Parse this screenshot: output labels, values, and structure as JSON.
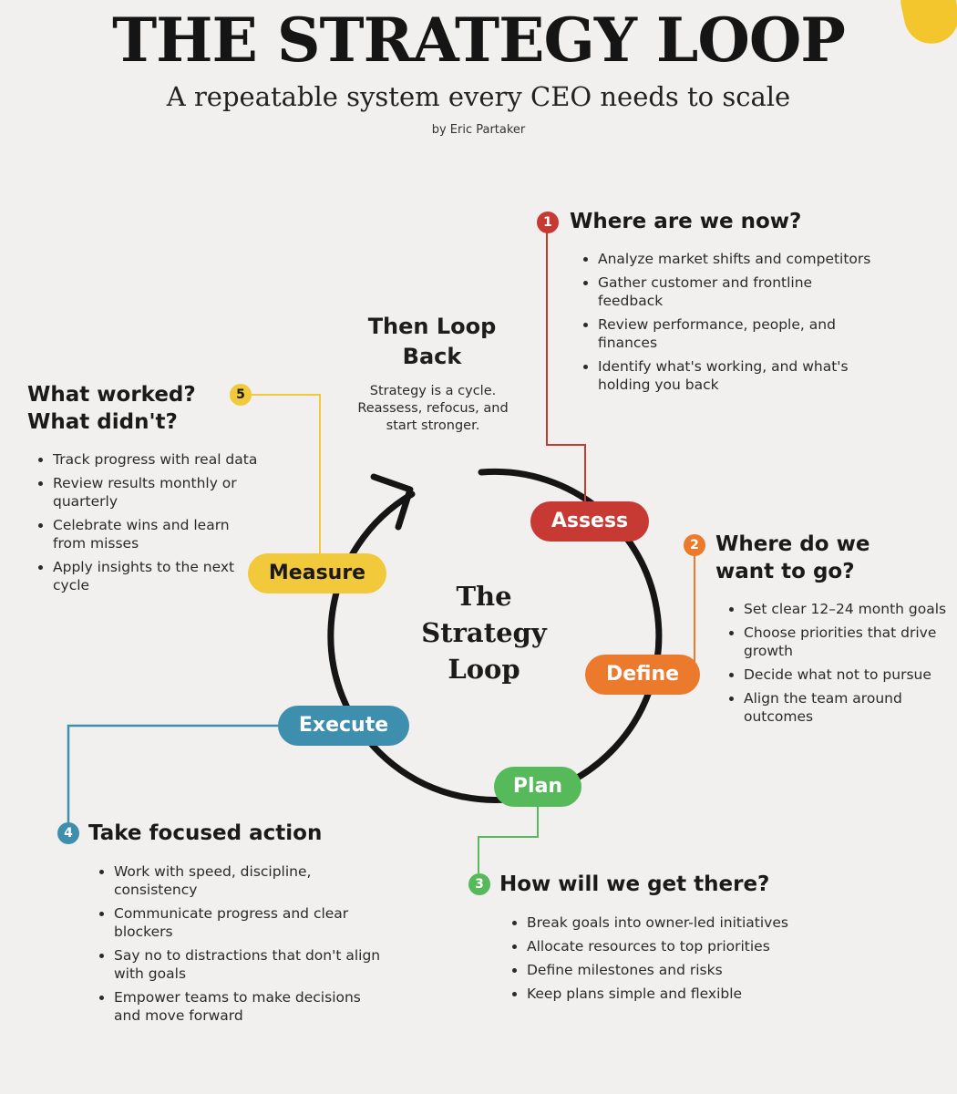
{
  "header": {
    "title": "THE STRATEGY LOOP",
    "subtitle": "A repeatable system every CEO needs to scale",
    "byline": "by Eric Partaker"
  },
  "center": {
    "title": "The Strategy Loop"
  },
  "loop_back": {
    "heading": "Then Loop Back",
    "text": "Strategy is a cycle. Reassess, refocus, and start stronger."
  },
  "stages": [
    {
      "num": "1",
      "pill": "Assess",
      "color": "#c73a34",
      "heading": "Where are we now?",
      "bullets": [
        "Analyze market shifts and competitors",
        "Gather customer and frontline feedback",
        "Review performance, people, and finances",
        "Identify what's working, and what's holding you back"
      ]
    },
    {
      "num": "2",
      "pill": "Define",
      "color": "#ec7a2c",
      "heading": "Where do we want to go?",
      "bullets": [
        "Set clear 12–24 month goals",
        "Choose priorities that drive growth",
        "Decide what not to pursue",
        "Align the team around outcomes"
      ]
    },
    {
      "num": "3",
      "pill": "Plan",
      "color": "#56b95a",
      "heading": "How will we get there?",
      "bullets": [
        "Break goals into owner-led initiatives",
        "Allocate resources to top priorities",
        "Define milestones and risks",
        "Keep plans simple and flexible"
      ]
    },
    {
      "num": "4",
      "pill": "Execute",
      "color": "#3e8ead",
      "heading": "Take focused action",
      "bullets": [
        "Work with speed, discipline, consistency",
        "Communicate progress and clear blockers",
        "Say no to distractions that don't align with goals",
        "Empower teams to make decisions and move forward"
      ]
    },
    {
      "num": "5",
      "pill": "Measure",
      "color": "#f1c93b",
      "heading": "What worked? What didn't?",
      "bullets": [
        "Track progress with real data",
        "Review results monthly or quarterly",
        "Celebrate wins and learn from misses",
        "Apply insights to the next cycle"
      ]
    }
  ]
}
